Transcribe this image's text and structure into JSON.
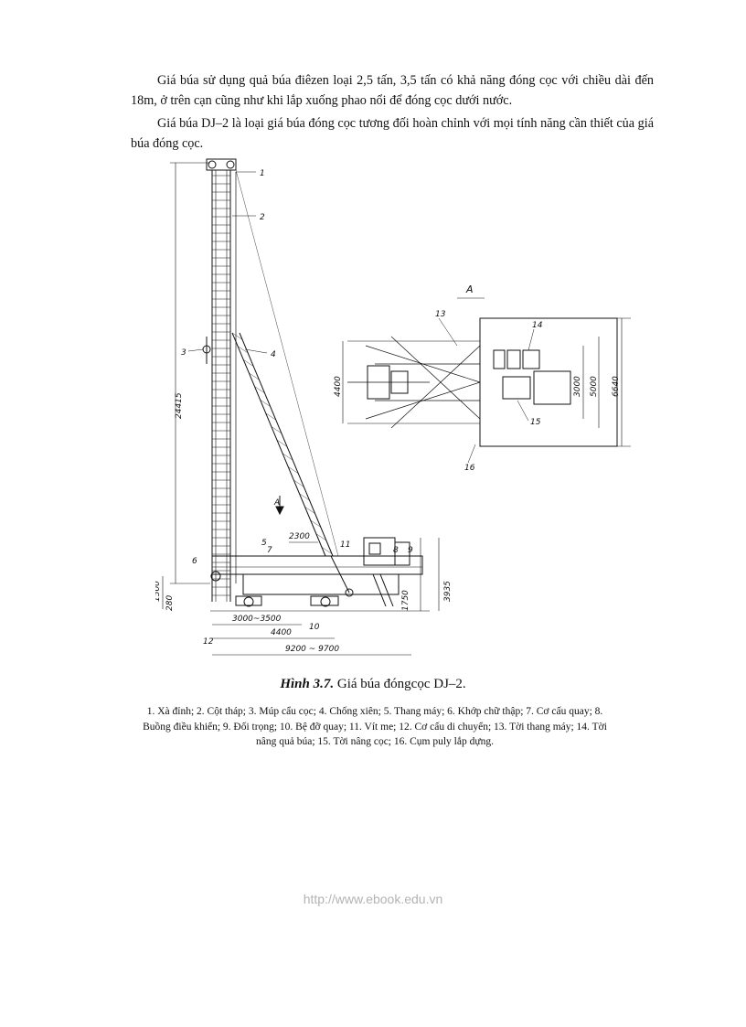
{
  "paragraphs": [
    "Giá búa sử dụng quả búa điêzen loại 2,5 tấn, 3,5 tấn có khả năng đóng cọc với chiều dài đến 18m, ở trên cạn cũng như khi lắp xuống phao nổi để đóng cọc dưới nước.",
    "Giá búa DJ–2 là loại giá búa đóng cọc tương đối hoàn chỉnh với mọi tính năng cần thiết của giá búa đóng cọc."
  ],
  "figure": {
    "caption_label": "Hình 3.7.",
    "caption_title": "Giá búa đóngcọc DJ–2.",
    "caption_legend": "1. Xà đỉnh; 2. Cột tháp; 3. Múp cẩu cọc; 4. Chống xiên; 5. Thang máy; 6. Khớp chữ thập; 7. Cơ cấu quay; 8. Buồng điều khiển; 9. Đối trọng; 10. Bệ đỡ quay; 11. Vít me; 12. Cơ cấu di chuyển; 13. Tời thang máy; 14. Tời nâng quả búa; 15. Tời nâng cọc; 16. Cụm puly lắp dựng.",
    "drawing_labels": {
      "n1": "1",
      "n2": "2",
      "n3": "3",
      "n4": "4",
      "n5": "5",
      "n6": "6",
      "n7": "7",
      "n8": "8",
      "n9": "9",
      "n10": "10",
      "n11": "11",
      "n12": "12",
      "n13": "13",
      "n14": "14",
      "n15": "15",
      "n16": "16",
      "view_a_top": "A",
      "view_a_arrow": "A",
      "d_24415": "24415",
      "d_2300": "2300",
      "d_1500": "1500",
      "d_280": "280",
      "d_1750": "1750",
      "d_3935": "3935",
      "d_3000_3500": "3000~3500",
      "d_4400_side": "4400",
      "d_9200_9700": "9200 ~ 9700",
      "d_4400_plan": "4400",
      "d_3000": "3000",
      "d_5000": "5000",
      "d_6640": "6640"
    }
  },
  "footer": {
    "url": "http://www.ebook.edu.vn"
  }
}
